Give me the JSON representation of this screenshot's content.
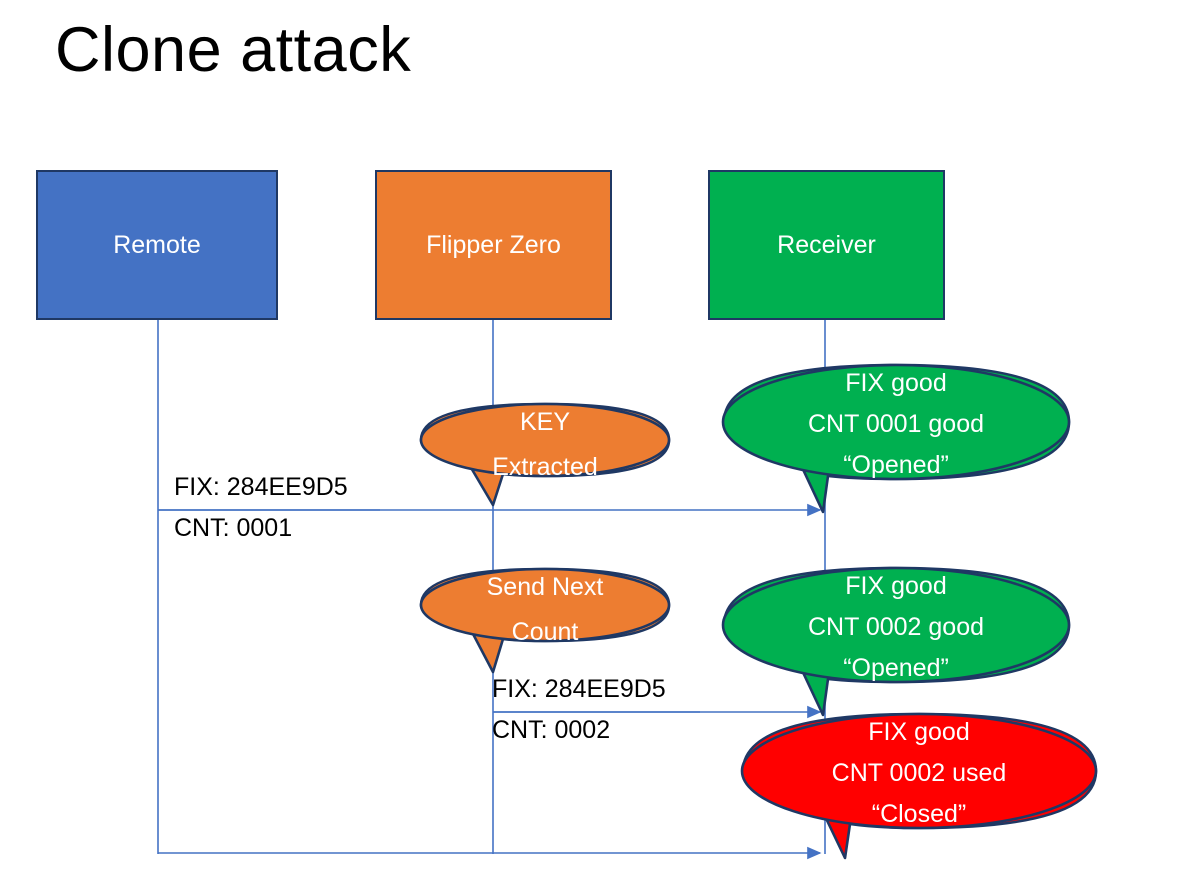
{
  "slide": {
    "title": "Clone attack",
    "background": "#FFFFFF"
  },
  "colors": {
    "remote_blue": "#4472C4",
    "flipper_orange": "#ED7D31",
    "receiver_green": "#00B050",
    "alert_red": "#FF0000",
    "outline_navy": "#1F3864",
    "connector_blue": "#4472C4",
    "text_white": "#FFFFFF",
    "text_black": "#000000"
  },
  "actors": [
    {
      "id": "remote",
      "label": "Remote",
      "fill": "#4472C4"
    },
    {
      "id": "flipper",
      "label": "Flipper Zero",
      "fill": "#ED7D31"
    },
    {
      "id": "receiver",
      "label": "Receiver",
      "fill": "#00B050"
    }
  ],
  "messages": [
    {
      "id": "msg-1",
      "from": "remote",
      "to": "receiver",
      "line_above": "FIX: 284EE9D5",
      "line_below": "CNT: 0001"
    },
    {
      "id": "msg-2",
      "from": "flipper",
      "to": "receiver",
      "line_above": "FIX: 284EE9D5",
      "line_below": "CNT: 0002"
    },
    {
      "id": "msg-3",
      "from": "remote",
      "to": "receiver",
      "line_above": "",
      "line_below": ""
    }
  ],
  "callouts": [
    {
      "id": "key-extracted",
      "owner": "flipper",
      "fill": "#ED7D31",
      "lines": [
        "KEY",
        "Extracted"
      ]
    },
    {
      "id": "receiver-ok-0001",
      "owner": "receiver",
      "fill": "#00B050",
      "lines": [
        "FIX good",
        "CNT 0001 good",
        "“Opened”"
      ]
    },
    {
      "id": "send-next-count",
      "owner": "flipper",
      "fill": "#ED7D31",
      "lines": [
        "Send Next",
        "Count"
      ]
    },
    {
      "id": "receiver-ok-0002",
      "owner": "receiver",
      "fill": "#00B050",
      "lines": [
        "FIX good",
        "CNT 0002 good",
        "“Opened”"
      ]
    },
    {
      "id": "receiver-rejected-0002",
      "owner": "receiver",
      "fill": "#FF0000",
      "lines": [
        "FIX good",
        "CNT 0002 used",
        "“Closed”"
      ]
    }
  ]
}
